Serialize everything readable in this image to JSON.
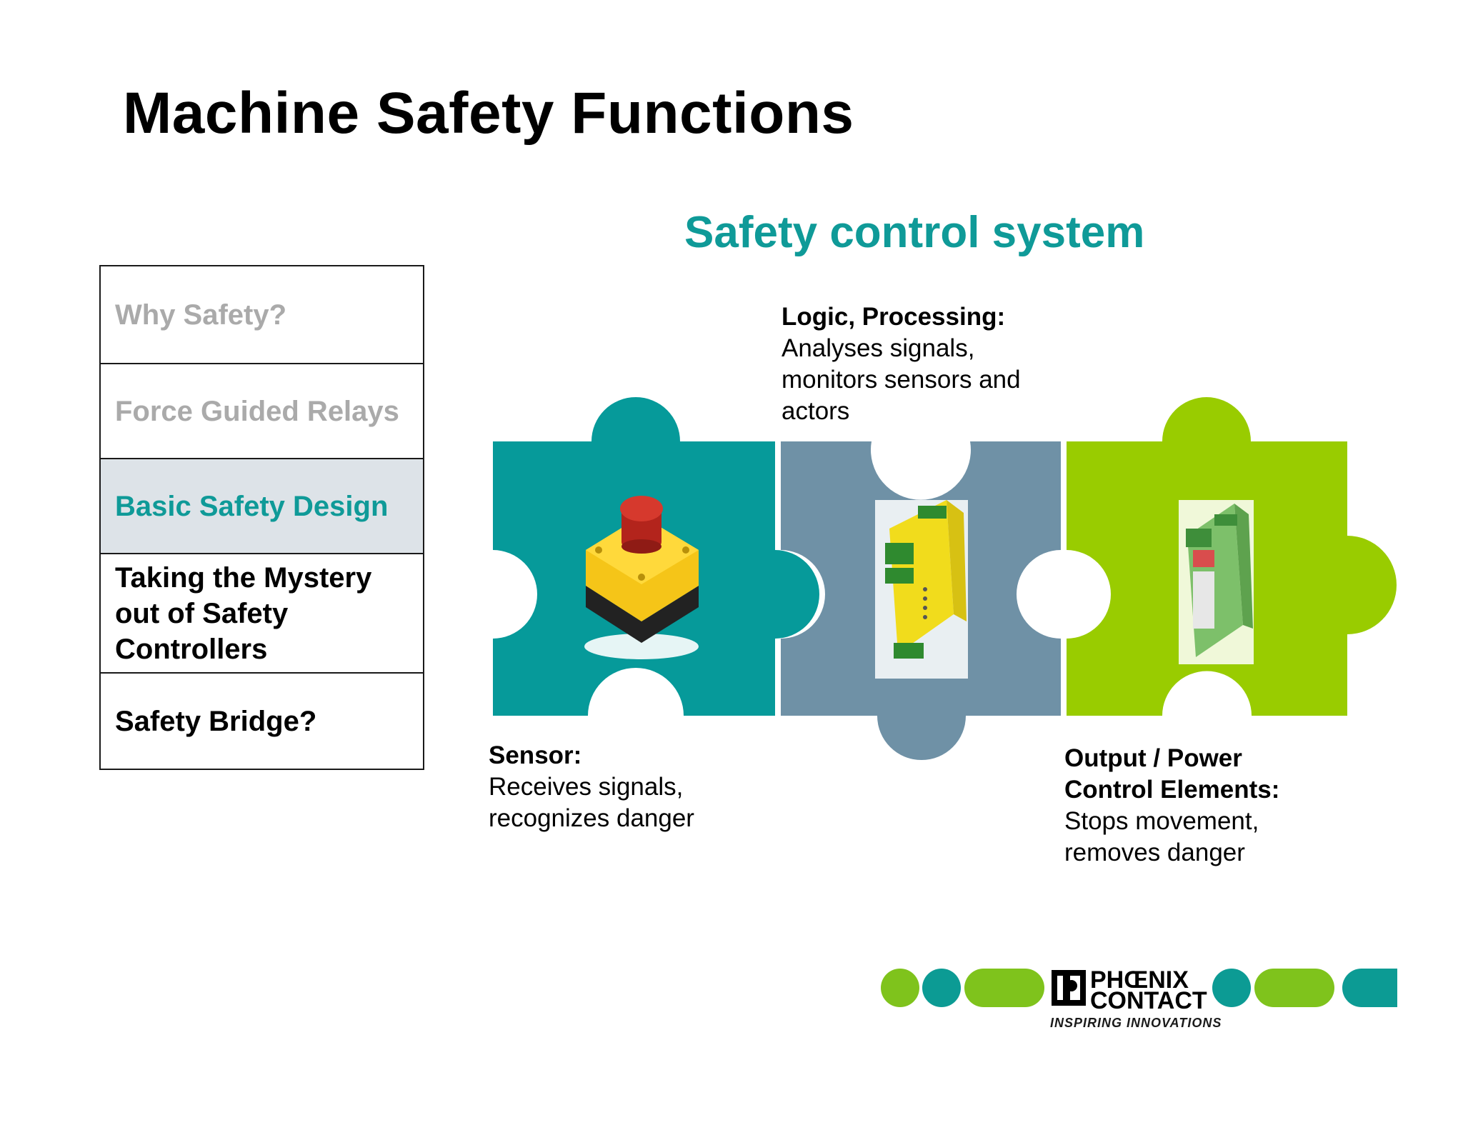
{
  "slide": {
    "title": "Machine Safety Functions",
    "subtitle": "Safety control system"
  },
  "menu": {
    "items": [
      {
        "label": "Why Safety?",
        "state": "dimmed"
      },
      {
        "label": "Force Guided Relays",
        "state": "dimmed"
      },
      {
        "label": "Basic Safety Design",
        "state": "active"
      },
      {
        "label": "Taking the Mystery out of Safety Controllers",
        "state": "normal"
      },
      {
        "label": "Safety Bridge?",
        "state": "normal"
      }
    ]
  },
  "puzzle": {
    "pieces": [
      {
        "color": "#069a9a",
        "icon": "emergency-stop-button-icon"
      },
      {
        "color": "#6f91a6",
        "icon": "yellow-safety-relay-icon"
      },
      {
        "color": "#99cc00",
        "icon": "green-power-relay-icon"
      }
    ]
  },
  "captions": {
    "sensor": {
      "heading": "Sensor:",
      "line1": "Receives signals,",
      "line2": "recognizes danger"
    },
    "logic": {
      "heading": "Logic, Processing:",
      "line1": "Analyses signals,",
      "line2": "monitors sensors and",
      "line3": "actors"
    },
    "output": {
      "heading1": "Output / Power",
      "heading2": "Control Elements:",
      "line1": "Stops movement,",
      "line2": "removes danger"
    }
  },
  "logo": {
    "brand_top": "PHŒNIX",
    "brand_bottom": "CONTACT",
    "tagline": "INSPIRING INNOVATIONS",
    "colors": {
      "green": "#7fc31c",
      "teal": "#0c9b94"
    }
  }
}
